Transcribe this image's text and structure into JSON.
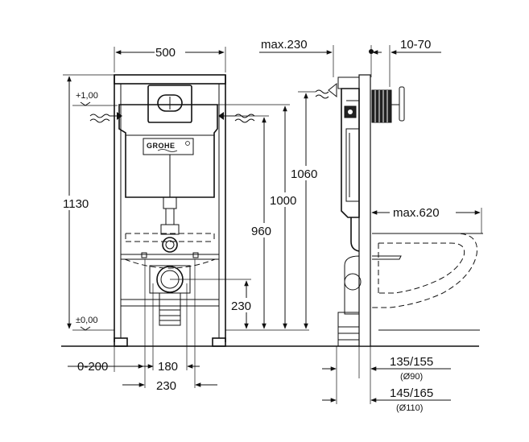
{
  "drawing": {
    "brand_logo": "GROHE",
    "dimensions": {
      "width_500": "500",
      "max_230": "max.230",
      "range_10_70": "10-70",
      "level_plus_100": "+1,00",
      "level_pm_000": "±0,00",
      "height_1130": "1130",
      "height_1060": "1060",
      "height_1000": "1000",
      "height_960": "960",
      "height_230": "230",
      "max_620": "max.620",
      "range_0_200": "0-200",
      "width_180": "180",
      "width_230": "230",
      "depth_135_155": "135/155",
      "pipe_d90": "(Ø90)",
      "depth_145_165": "145/165",
      "pipe_d110": "(Ø110)"
    }
  }
}
